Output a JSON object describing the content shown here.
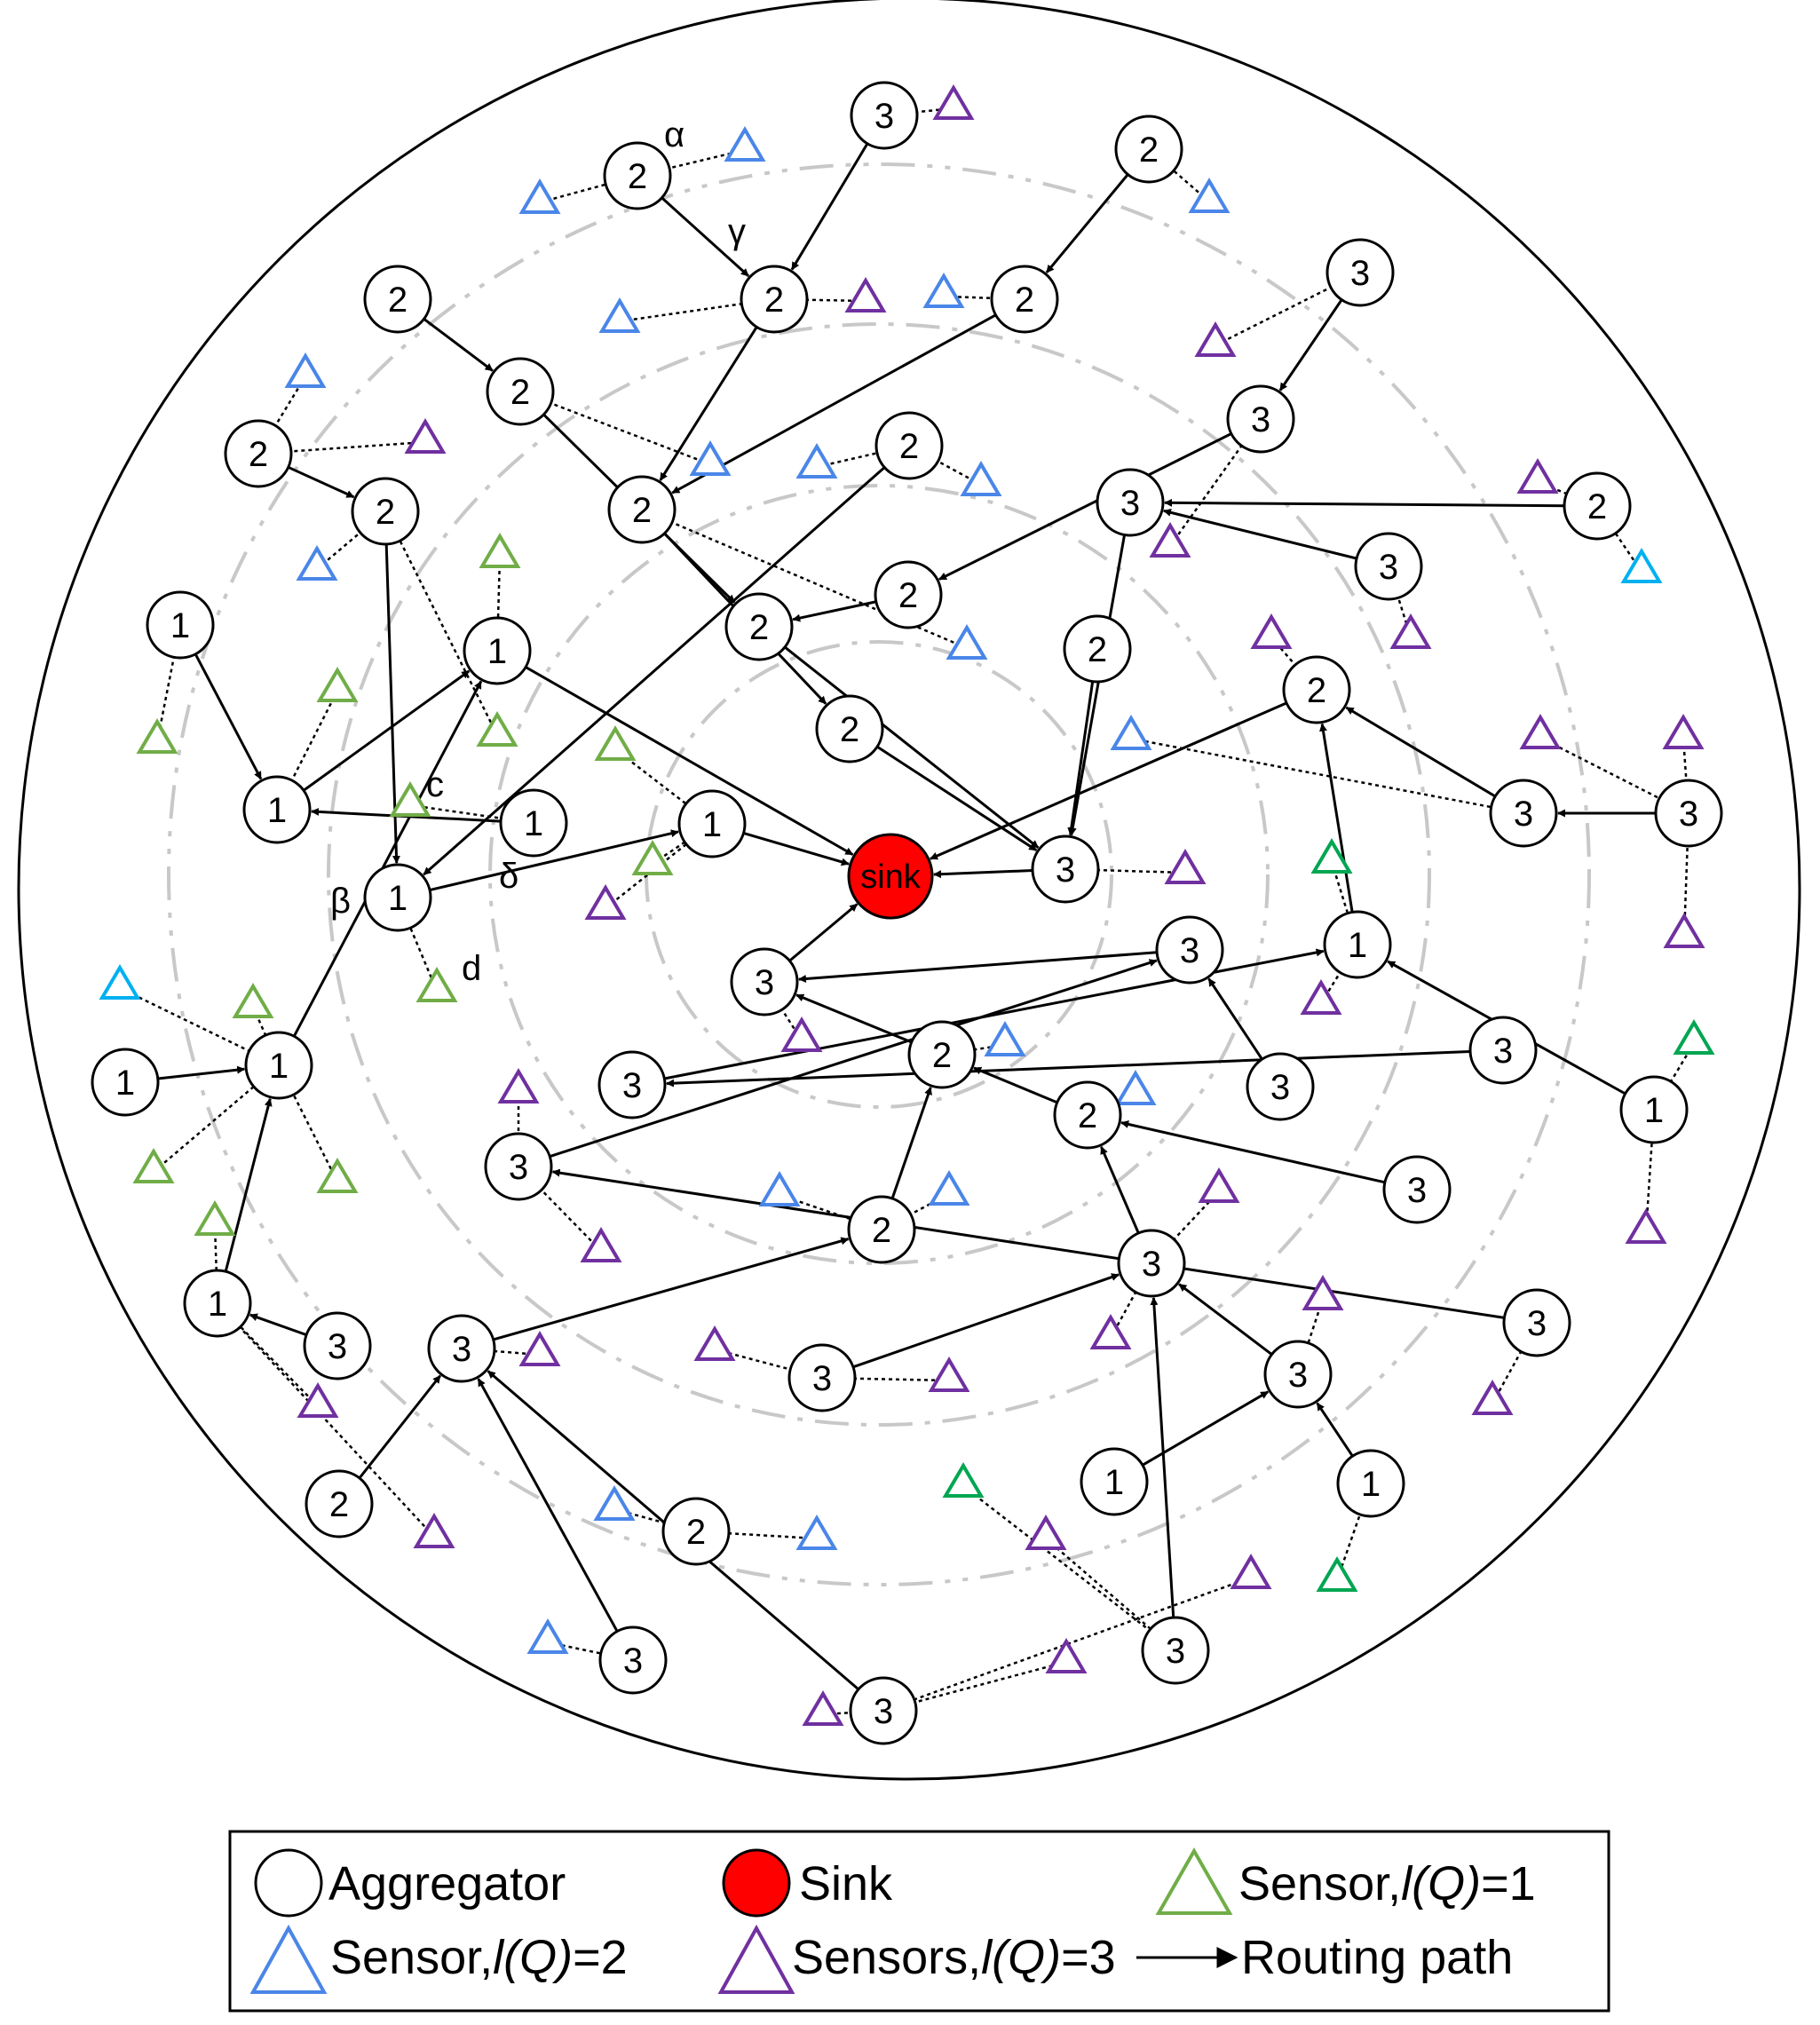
{
  "sink_label": "sink",
  "annotations": [
    "α",
    "γ",
    "β",
    "δ",
    "c",
    "d"
  ],
  "legend": {
    "aggregator": "Aggregator",
    "sink": "Sink",
    "sensor1_prefix": "Sensor,",
    "sensor1_l": "l",
    "sensor1_q": "(Q)",
    "sensor1_suffix": "=1",
    "sensor2_prefix": "Sensor,",
    "sensor2_l": "l",
    "sensor2_q": "(Q)",
    "sensor2_suffix": "=2",
    "sensor3_prefix": "Sensors,",
    "sensor3_l": "l",
    "sensor3_q": "(Q)",
    "sensor3_suffix": "=3",
    "routing": "Routing path"
  },
  "colors": {
    "sink": "#ff0000",
    "sensor1": "#70ad47",
    "sensor1_alt": "#00a651",
    "sensor2": "#4a86e8",
    "sensor2_alt": "#00b0f0",
    "sensor3": "#7030a0",
    "ring": "#c8c8c8"
  },
  "nodes": [
    {
      "id": "a1",
      "label": "3"
    },
    {
      "id": "a2",
      "label": "2"
    },
    {
      "id": "a3",
      "label": "2"
    },
    {
      "id": "a4",
      "label": "2"
    },
    {
      "id": "a5",
      "label": "2"
    },
    {
      "id": "a6",
      "label": "2"
    },
    {
      "id": "a7",
      "label": "2"
    },
    {
      "id": "a8",
      "label": "2"
    },
    {
      "id": "a9",
      "label": "2"
    },
    {
      "id": "a10",
      "label": "2"
    },
    {
      "id": "a11",
      "label": "2"
    },
    {
      "id": "a12",
      "label": "2"
    },
    {
      "id": "a13",
      "label": "2"
    },
    {
      "id": "a14",
      "label": "2"
    },
    {
      "id": "a15",
      "label": "2"
    },
    {
      "id": "a16",
      "label": "3"
    },
    {
      "id": "a17",
      "label": "3"
    },
    {
      "id": "a18",
      "label": "3"
    },
    {
      "id": "a19",
      "label": "2"
    },
    {
      "id": "a20",
      "label": "3"
    },
    {
      "id": "a21",
      "label": "2"
    },
    {
      "id": "a22",
      "label": "3"
    },
    {
      "id": "a23",
      "label": "3"
    },
    {
      "id": "a24",
      "label": "3"
    },
    {
      "id": "a25",
      "label": "1"
    },
    {
      "id": "a26",
      "label": "1"
    },
    {
      "id": "a27",
      "label": "1"
    },
    {
      "id": "a28",
      "label": "1"
    },
    {
      "id": "a29",
      "label": "1"
    },
    {
      "id": "a30",
      "label": "1"
    },
    {
      "id": "a31",
      "label": "1"
    },
    {
      "id": "a32",
      "label": "1"
    },
    {
      "id": "a33",
      "label": "1"
    },
    {
      "id": "a34",
      "label": "3"
    },
    {
      "id": "a35",
      "label": "3"
    },
    {
      "id": "a36",
      "label": "1"
    },
    {
      "id": "a37",
      "label": "3"
    },
    {
      "id": "a38",
      "label": "3"
    },
    {
      "id": "a39",
      "label": "1"
    },
    {
      "id": "a40",
      "label": "3"
    },
    {
      "id": "a41",
      "label": "3"
    },
    {
      "id": "a42",
      "label": "2"
    },
    {
      "id": "a43",
      "label": "2"
    },
    {
      "id": "a44",
      "label": "3"
    },
    {
      "id": "a45",
      "label": "3"
    },
    {
      "id": "a46",
      "label": "3"
    },
    {
      "id": "a47",
      "label": "3"
    },
    {
      "id": "a48",
      "label": "2"
    },
    {
      "id": "a49",
      "label": "3"
    },
    {
      "id": "a50",
      "label": "3"
    },
    {
      "id": "a51",
      "label": "2"
    },
    {
      "id": "a52",
      "label": "2"
    },
    {
      "id": "a53",
      "label": "3"
    },
    {
      "id": "a54",
      "label": "3"
    },
    {
      "id": "a55",
      "label": "3"
    },
    {
      "id": "a56",
      "label": "1"
    },
    {
      "id": "a57",
      "label": "1"
    },
    {
      "id": "a58",
      "label": "3"
    }
  ]
}
